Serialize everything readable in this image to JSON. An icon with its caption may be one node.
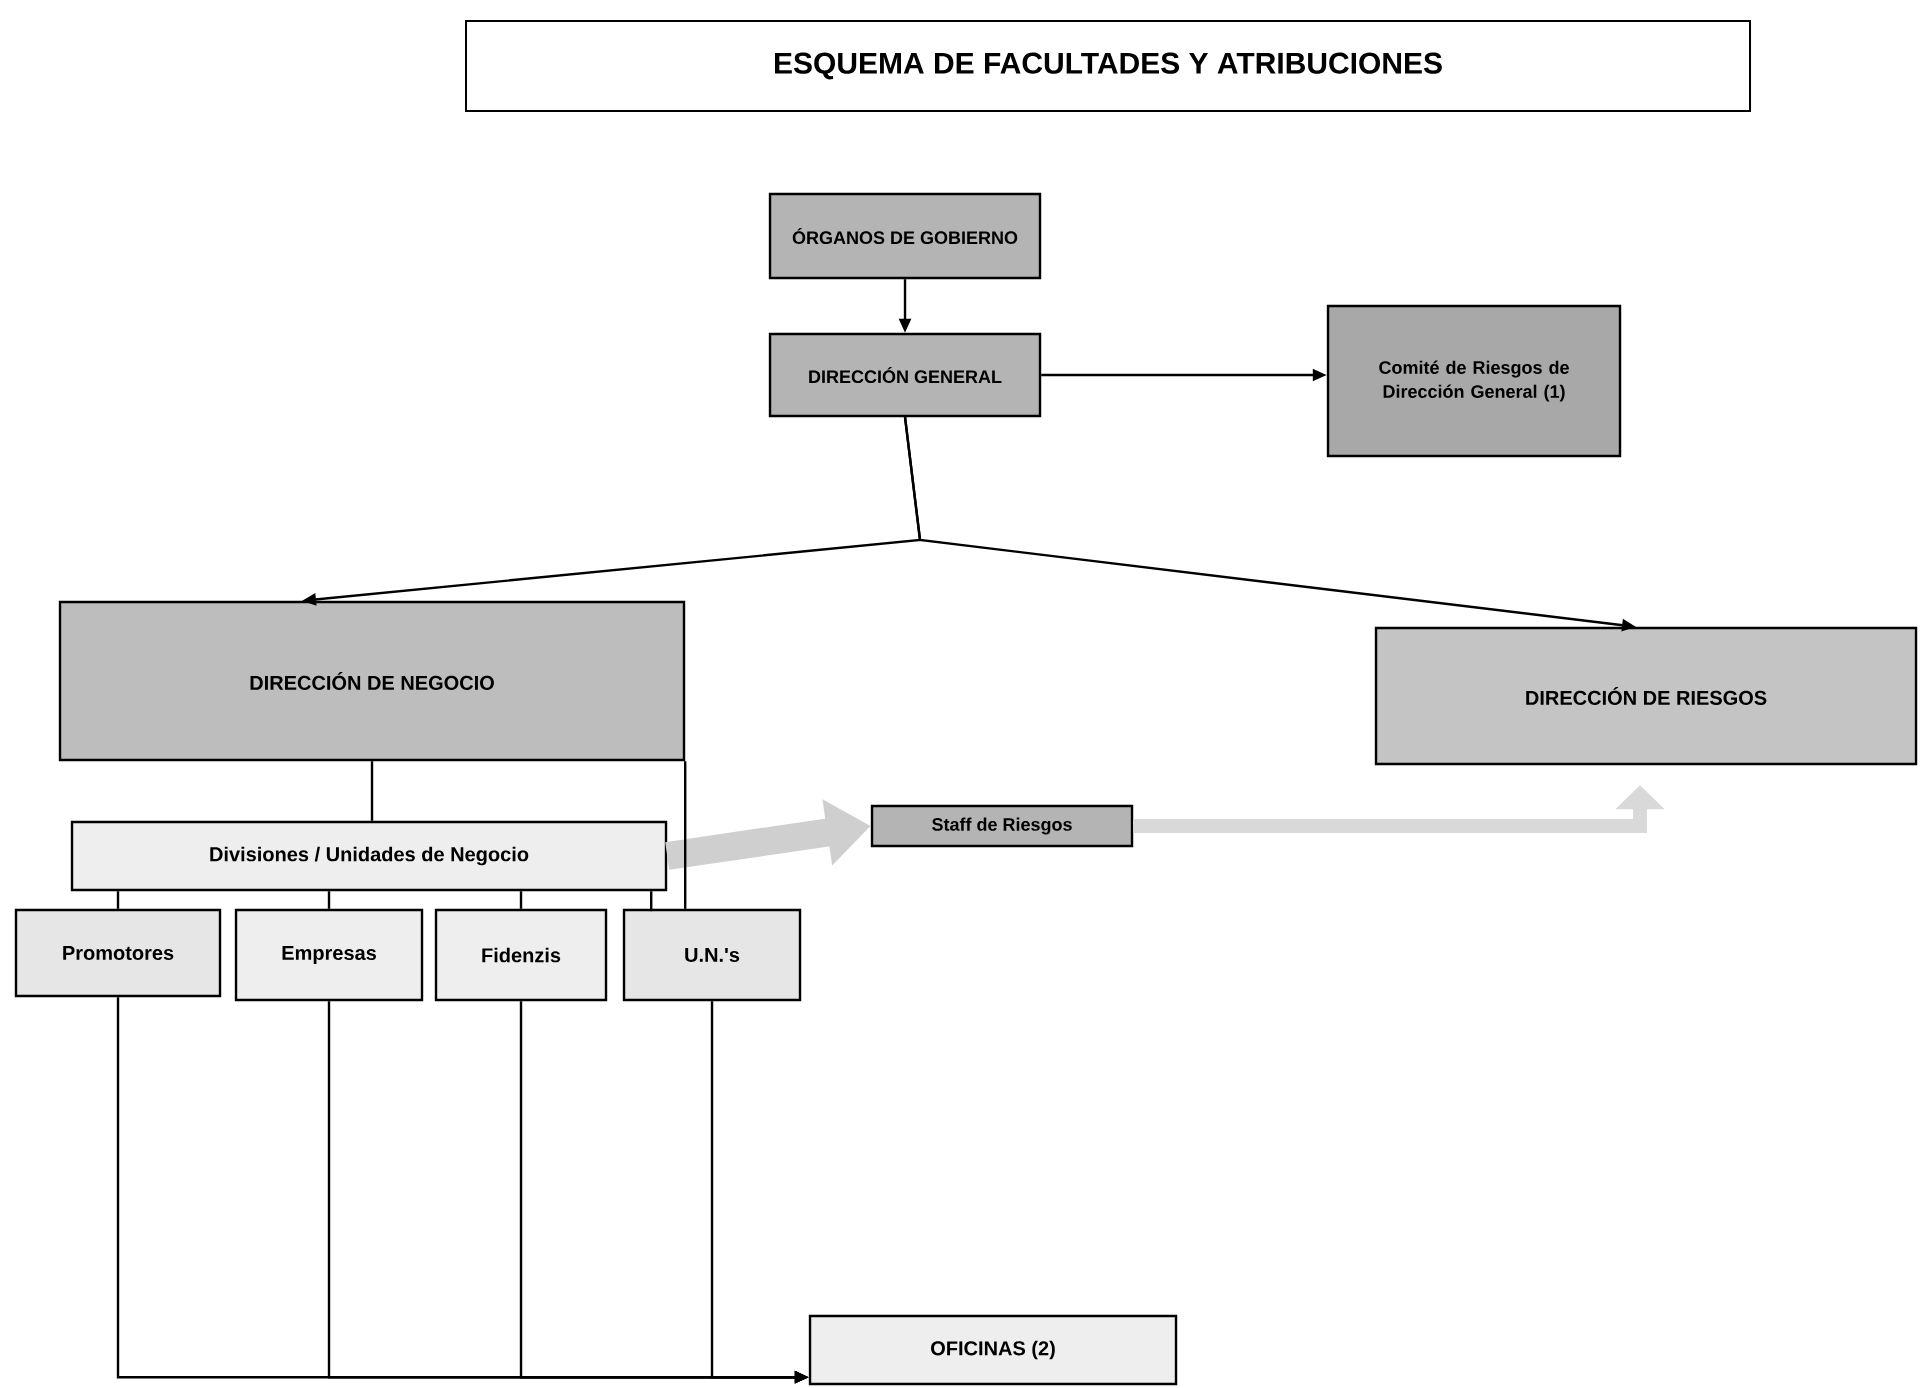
{
  "diagram": {
    "title": "ESQUEMA DE FACULTADES Y ATRIBUCIONES",
    "nodes": [
      {
        "text": [
          "ÓRGANOS DE GOBIERNO"
        ]
      },
      {
        "text": [
          "DIRECCIÓN GENERAL"
        ]
      },
      {
        "text": [
          "Comité de Riesgos de Dirección General (1)"
        ]
      },
      {
        "text": [
          "DIRECCIÓN DE NEGOCIO"
        ]
      },
      {
        "text": [
          "DIRECCIÓN DE RIESGOS"
        ]
      },
      {
        "text": [
          "Staff de Riesgos"
        ]
      },
      {
        "text": [
          "Divisiones / Unidades de Negocio"
        ]
      },
      {
        "text": [
          "Promotores"
        ]
      },
      {
        "text": [
          "Empresas"
        ]
      },
      {
        "text": [
          "Fidenzis"
        ]
      },
      {
        "text": [
          "U.N.'s"
        ]
      },
      {
        "text": [
          "OFICINAS (2)"
        ]
      }
    ],
    "edges": [
      {
        "from": 0,
        "to": 1,
        "arrow": "to"
      },
      {
        "from": 1,
        "to": 2,
        "arrow": "to"
      },
      {
        "from": 1,
        "to": 3,
        "arrow": "to"
      },
      {
        "from": 1,
        "to": 4,
        "arrow": "to"
      },
      {
        "from": 3,
        "to": 6,
        "arrow": "none"
      },
      {
        "from": 6,
        "to": 7,
        "arrow": "none"
      },
      {
        "from": 6,
        "to": 8,
        "arrow": "none"
      },
      {
        "from": 6,
        "to": 9,
        "arrow": "none"
      },
      {
        "from": 6,
        "to": 10,
        "arrow": "none"
      },
      {
        "from": 3,
        "to": 10,
        "arrow": "none"
      },
      {
        "from": 6,
        "to": 5,
        "arrow": "to",
        "style": "thick",
        "color": "#cfcfcf"
      },
      {
        "from": 5,
        "to": 4,
        "arrow": "to",
        "style": "thick",
        "color": "#d9d9d9"
      },
      {
        "from": 7,
        "to": 11,
        "arrow": "to"
      },
      {
        "from": 8,
        "to": 11,
        "arrow": "to"
      },
      {
        "from": 9,
        "to": 11,
        "arrow": "to"
      },
      {
        "from": 10,
        "to": 11,
        "arrow": "to"
      }
    ]
  }
}
